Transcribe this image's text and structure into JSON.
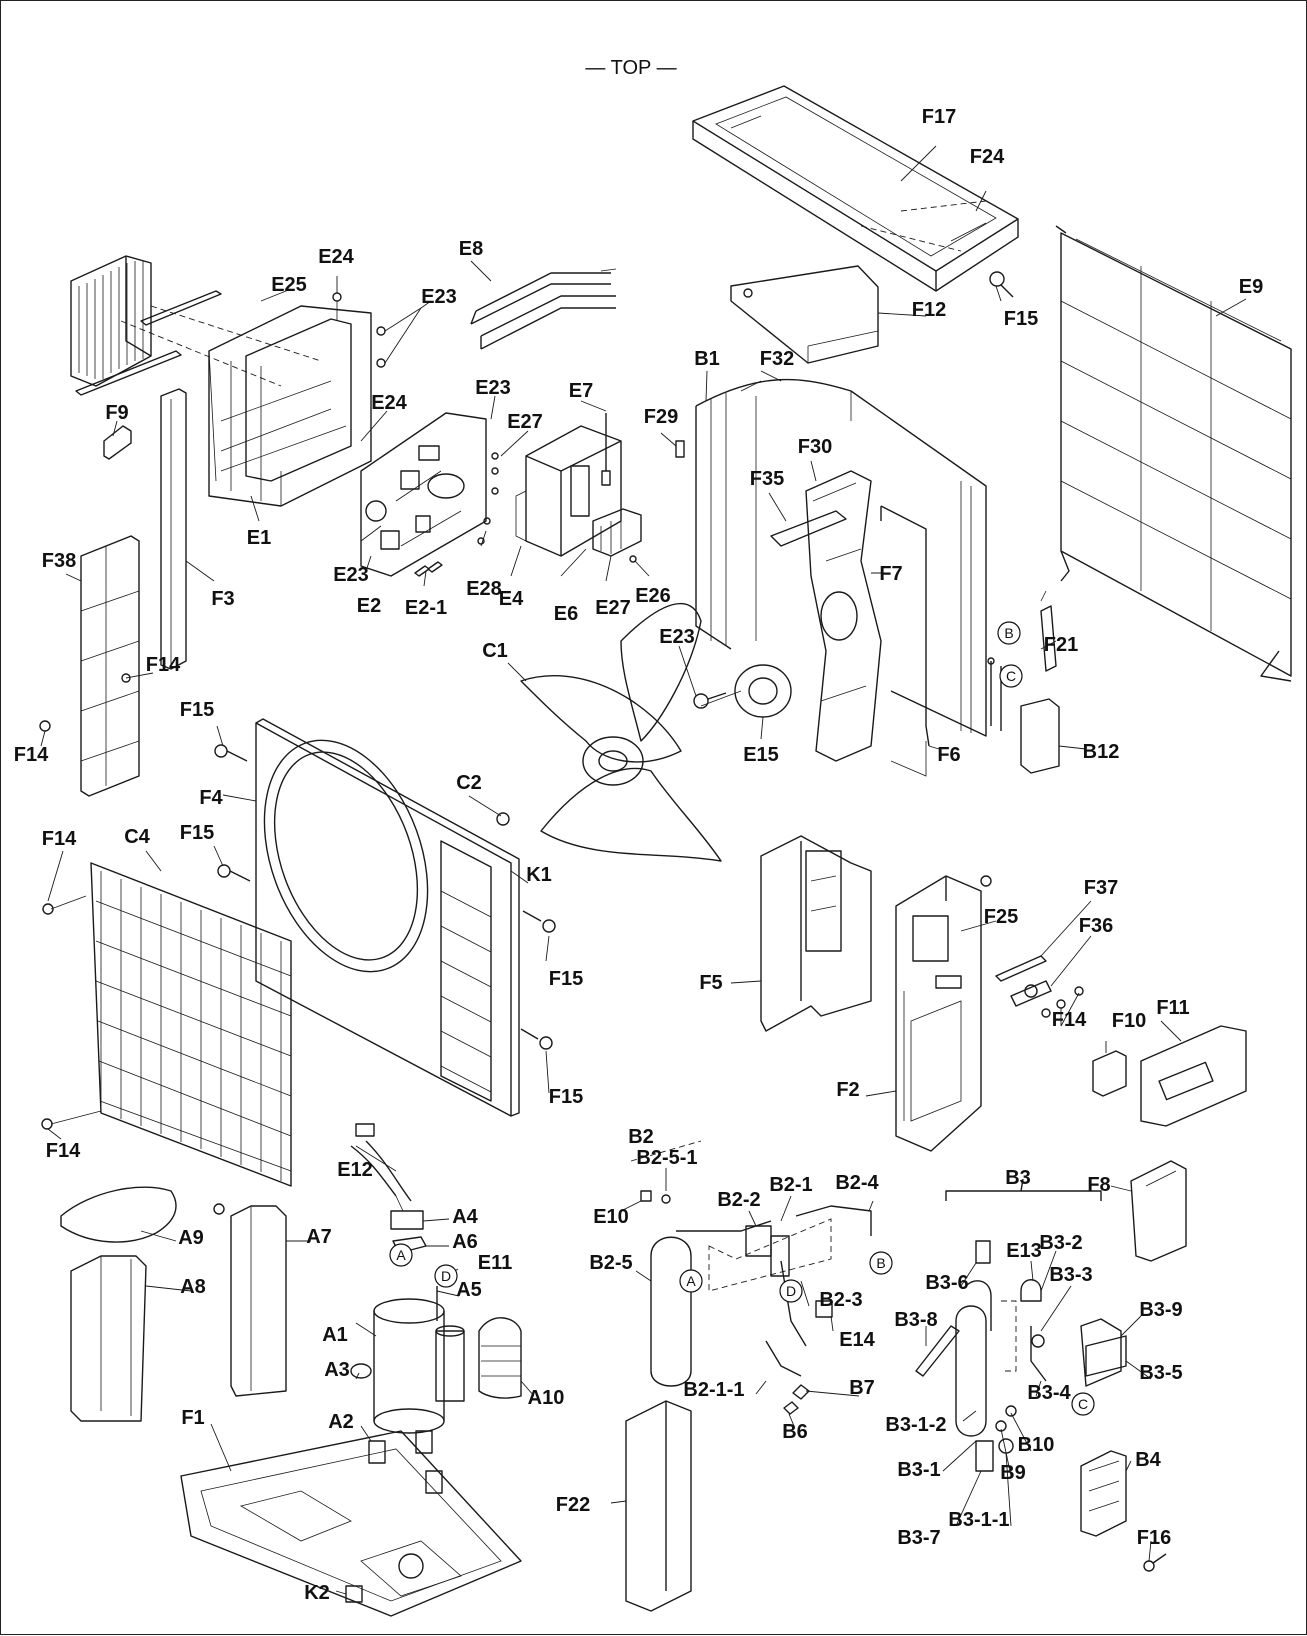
{
  "title": "— TOP —",
  "labels": [
    "F17",
    "F24",
    "F15",
    "F12",
    "E9",
    "E8",
    "E24",
    "E25",
    "E23",
    "F9",
    "E23",
    "E24",
    "E27",
    "E7",
    "F29",
    "B1",
    "F32",
    "F30",
    "F35",
    "E1",
    "E23",
    "E2",
    "E2-1",
    "E28",
    "E4",
    "E6",
    "E27",
    "E26",
    "F7",
    "F38",
    "F3",
    "F14",
    "C1",
    "E23",
    "E15",
    "F21",
    "B12",
    "F6",
    "F15",
    "F14",
    "F4",
    "C2",
    "C4",
    "F14",
    "F15",
    "K1",
    "F15",
    "F5",
    "F25",
    "F37",
    "F36",
    "F14",
    "F10",
    "F11",
    "F2",
    "F15",
    "F14",
    "E12",
    "B2",
    "B2-5-1",
    "B2-1",
    "B2-4",
    "B2-2",
    "E10",
    "B3",
    "F8",
    "A9",
    "A7",
    "A4",
    "A6",
    "E11",
    "A5",
    "B2-5",
    "B2-3",
    "E13",
    "B3-2",
    "B3-6",
    "B3-3",
    "B3-9",
    "A8",
    "A1",
    "E14",
    "B3-8",
    "B3-5",
    "A3",
    "A10",
    "B2-1-1",
    "B7",
    "B3-4",
    "F1",
    "A2",
    "B6",
    "B3-1-2",
    "B10",
    "B4",
    "B3-1",
    "B9",
    "F16",
    "F22",
    "B3-7",
    "B3-1-1",
    "K2"
  ],
  "connectors": [
    "B",
    "C",
    "A",
    "D",
    "A",
    "D",
    "B",
    "C"
  ]
}
